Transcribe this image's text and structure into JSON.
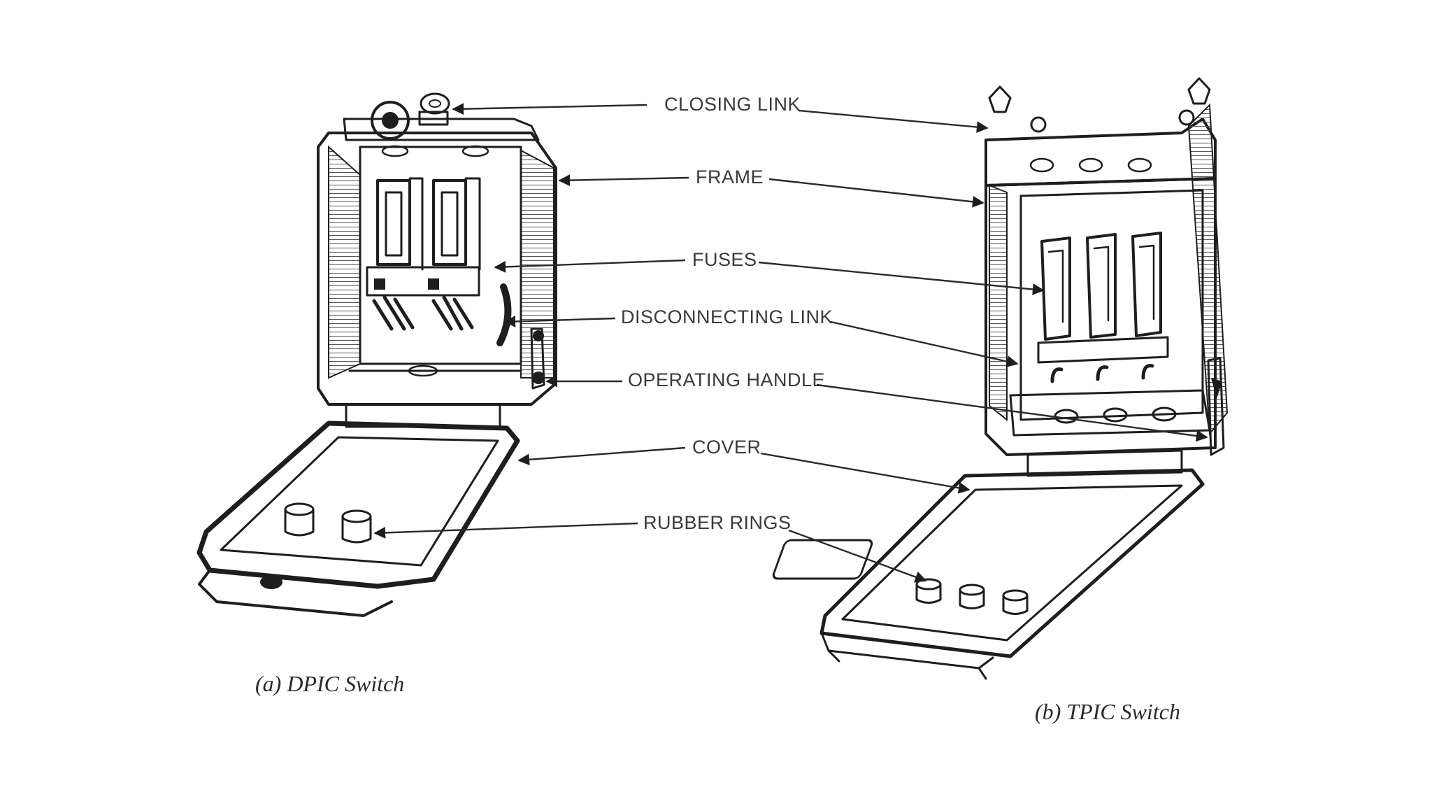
{
  "labels": {
    "closing_link": "CLOSING LINK",
    "frame": "FRAME",
    "fuses": "FUSES",
    "disconnecting_link": "DISCONNECTING LINK",
    "operating_handle": "OPERATING HANDLE",
    "cover": "COVER",
    "rubber_rings": "RUBBER RINGS"
  },
  "captions": {
    "left": "(a) DPIC Switch",
    "right": "(b) TPIC Switch"
  },
  "colors": {
    "ink": "#1e1e1e",
    "label": "#3a3a3a",
    "background": "#ffffff"
  }
}
